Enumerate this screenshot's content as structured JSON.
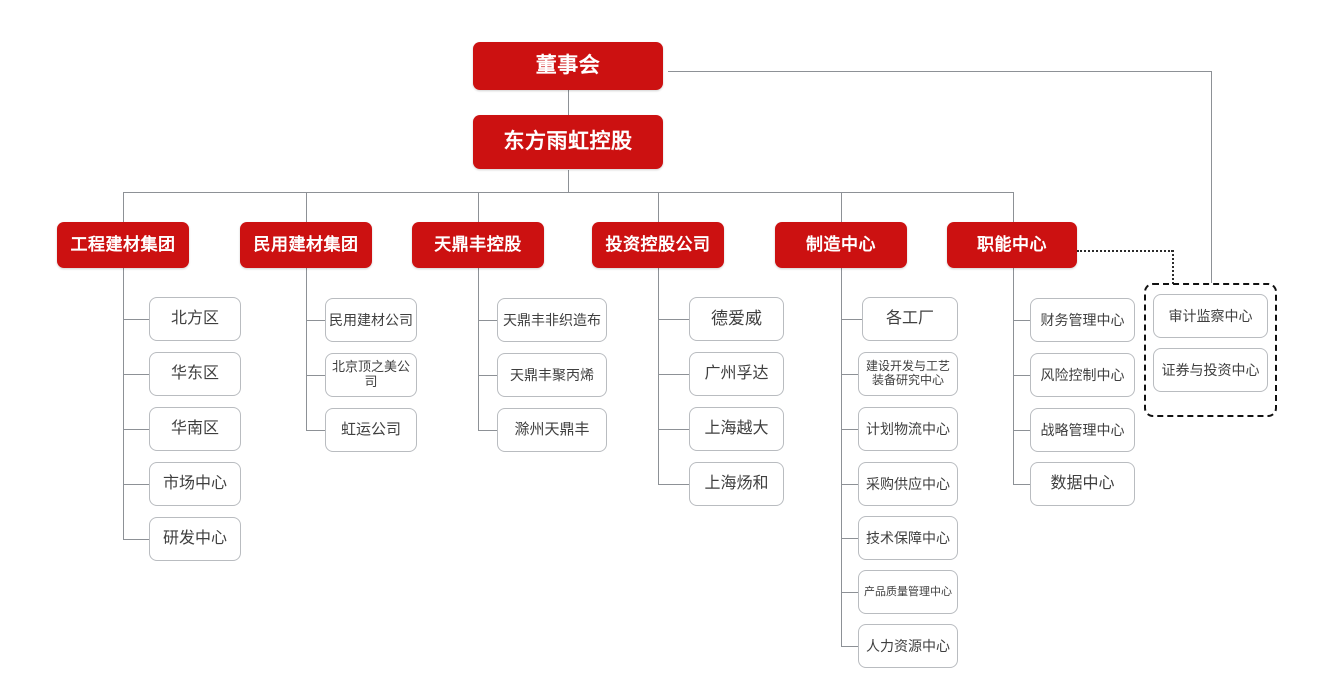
{
  "colors": {
    "brand_red": "#cc1111",
    "box_text": "#3f3f3f",
    "connector": "#8d9196",
    "dash_border": "#111111"
  },
  "org": {
    "board": {
      "label": "董事会"
    },
    "holding": {
      "label": "东方雨虹控股"
    },
    "divisions": [
      {
        "label": "工程建材集团",
        "children": [
          {
            "label": "北方区"
          },
          {
            "label": "华东区"
          },
          {
            "label": "华南区"
          },
          {
            "label": "市场中心"
          },
          {
            "label": "研发中心"
          }
        ]
      },
      {
        "label": "民用建材集团",
        "children": [
          {
            "label": "民用建材公司"
          },
          {
            "label": "北京顶之美公司"
          },
          {
            "label": "虹运公司"
          }
        ]
      },
      {
        "label": "天鼎丰控股",
        "children": [
          {
            "label": "天鼎丰非织造布"
          },
          {
            "label": "天鼎丰聚丙烯"
          },
          {
            "label": "滁州天鼎丰"
          }
        ]
      },
      {
        "label": "投资控股公司",
        "children": [
          {
            "label": "德爱威"
          },
          {
            "label": "广州孚达"
          },
          {
            "label": "上海越大"
          },
          {
            "label": "上海炀和"
          }
        ]
      },
      {
        "label": "制造中心",
        "children": [
          {
            "label": "各工厂"
          },
          {
            "label": "建设开发与工艺装备研究中心"
          },
          {
            "label": "计划物流中心"
          },
          {
            "label": "采购供应中心"
          },
          {
            "label": "技术保障中心"
          },
          {
            "label": "产品质量管理中心"
          },
          {
            "label": "人力资源中心"
          }
        ]
      },
      {
        "label": "职能中心",
        "children": [
          {
            "label": "财务管理中心"
          },
          {
            "label": "风险控制中心"
          },
          {
            "label": "战略管理中心"
          },
          {
            "label": "数据中心"
          }
        ]
      }
    ],
    "supervisory_group": {
      "items": [
        {
          "label": "审计监察中心"
        },
        {
          "label": "证券与投资中心"
        }
      ]
    }
  }
}
